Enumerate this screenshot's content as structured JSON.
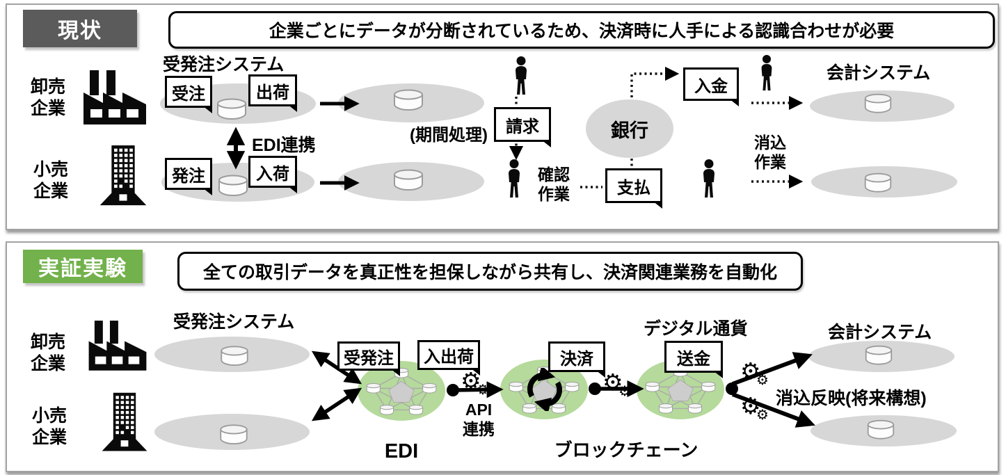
{
  "panel_current": {
    "tag": "現状",
    "headline": "企業ごとにデータが分断されているため、決済時に人手による認識合わせが必要",
    "wholesale": "卸売\n企業",
    "retail": "小売\n企業",
    "order_system": "受発注システム",
    "edi_link": "EDI連携",
    "period_processing": "(期間処理)",
    "labels": {
      "juchu": "受注",
      "shukka": "出荷",
      "hacchu": "発注",
      "nyuka": "入荷",
      "seikyu": "請求",
      "shiharai": "支払",
      "nyukin": "入金"
    },
    "confirm_work": "確認\n作業",
    "bank": "銀行",
    "reconcile_work": "消込\n作業",
    "accounting_system": "会計システム"
  },
  "panel_experiment": {
    "tag": "実証実験",
    "headline": "全ての取引データを真正性を担保しながら共有し、決済関連業務を自動化",
    "wholesale": "卸売\n企業",
    "retail": "小売\n企業",
    "order_system": "受発注システム",
    "labels": {
      "juhacchu": "受発注",
      "nyushukka": "入出荷",
      "kessai": "決済",
      "sokin": "送金"
    },
    "edi": "EDI",
    "api_link": "API\n連携",
    "blockchain": "ブロックチェーン",
    "digital_currency": "デジタル通貨",
    "accounting_system": "会計システム",
    "reconcile_reflect": "消込反映(将来構想)"
  },
  "colors": {
    "current_tag_bg": "#5b5b5b",
    "experiment_tag_bg": "#72b14b",
    "system_ellipse": "#d7d7d7",
    "network_green": "#b5da9b"
  },
  "icons": [
    "factory-icon",
    "building-icon",
    "person-icon",
    "database-cylinder-icon",
    "gears-icon",
    "cycle-arrows-icon",
    "blockchain-network-icon"
  ]
}
